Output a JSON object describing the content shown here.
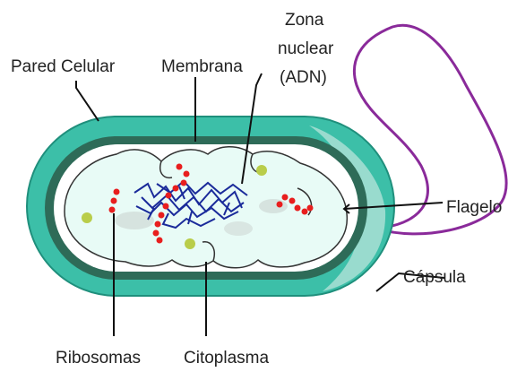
{
  "labels": {
    "pared_celular": "Pared Celular",
    "membrana": "Membrana",
    "zona_nuclear_1": "Zona",
    "zona_nuclear_2": "nuclear",
    "zona_nuclear_3": "(ADN)",
    "flagelo": "Flagelo",
    "capsula": "Cápsula",
    "ribosomas": "Ribosomas",
    "citoplasma": "Citoplasma"
  },
  "colors": {
    "capsule": "#3cbfa8",
    "capsule_outline": "#1f8f7c",
    "capsule_haze": "#a9dfd5",
    "cell_wall": "#2e6b58",
    "membrane": "#ffffff",
    "cytoplasm": "#e8fbf6",
    "dna": "#1a2a9a",
    "ribosome": "#e81e1e",
    "granule": "#b9cd4a",
    "flagellum": "#8a2a9a",
    "leader": "#111111"
  },
  "icons": {
    "ribosome": "red-dot",
    "granule": "yellow-green-dot"
  }
}
